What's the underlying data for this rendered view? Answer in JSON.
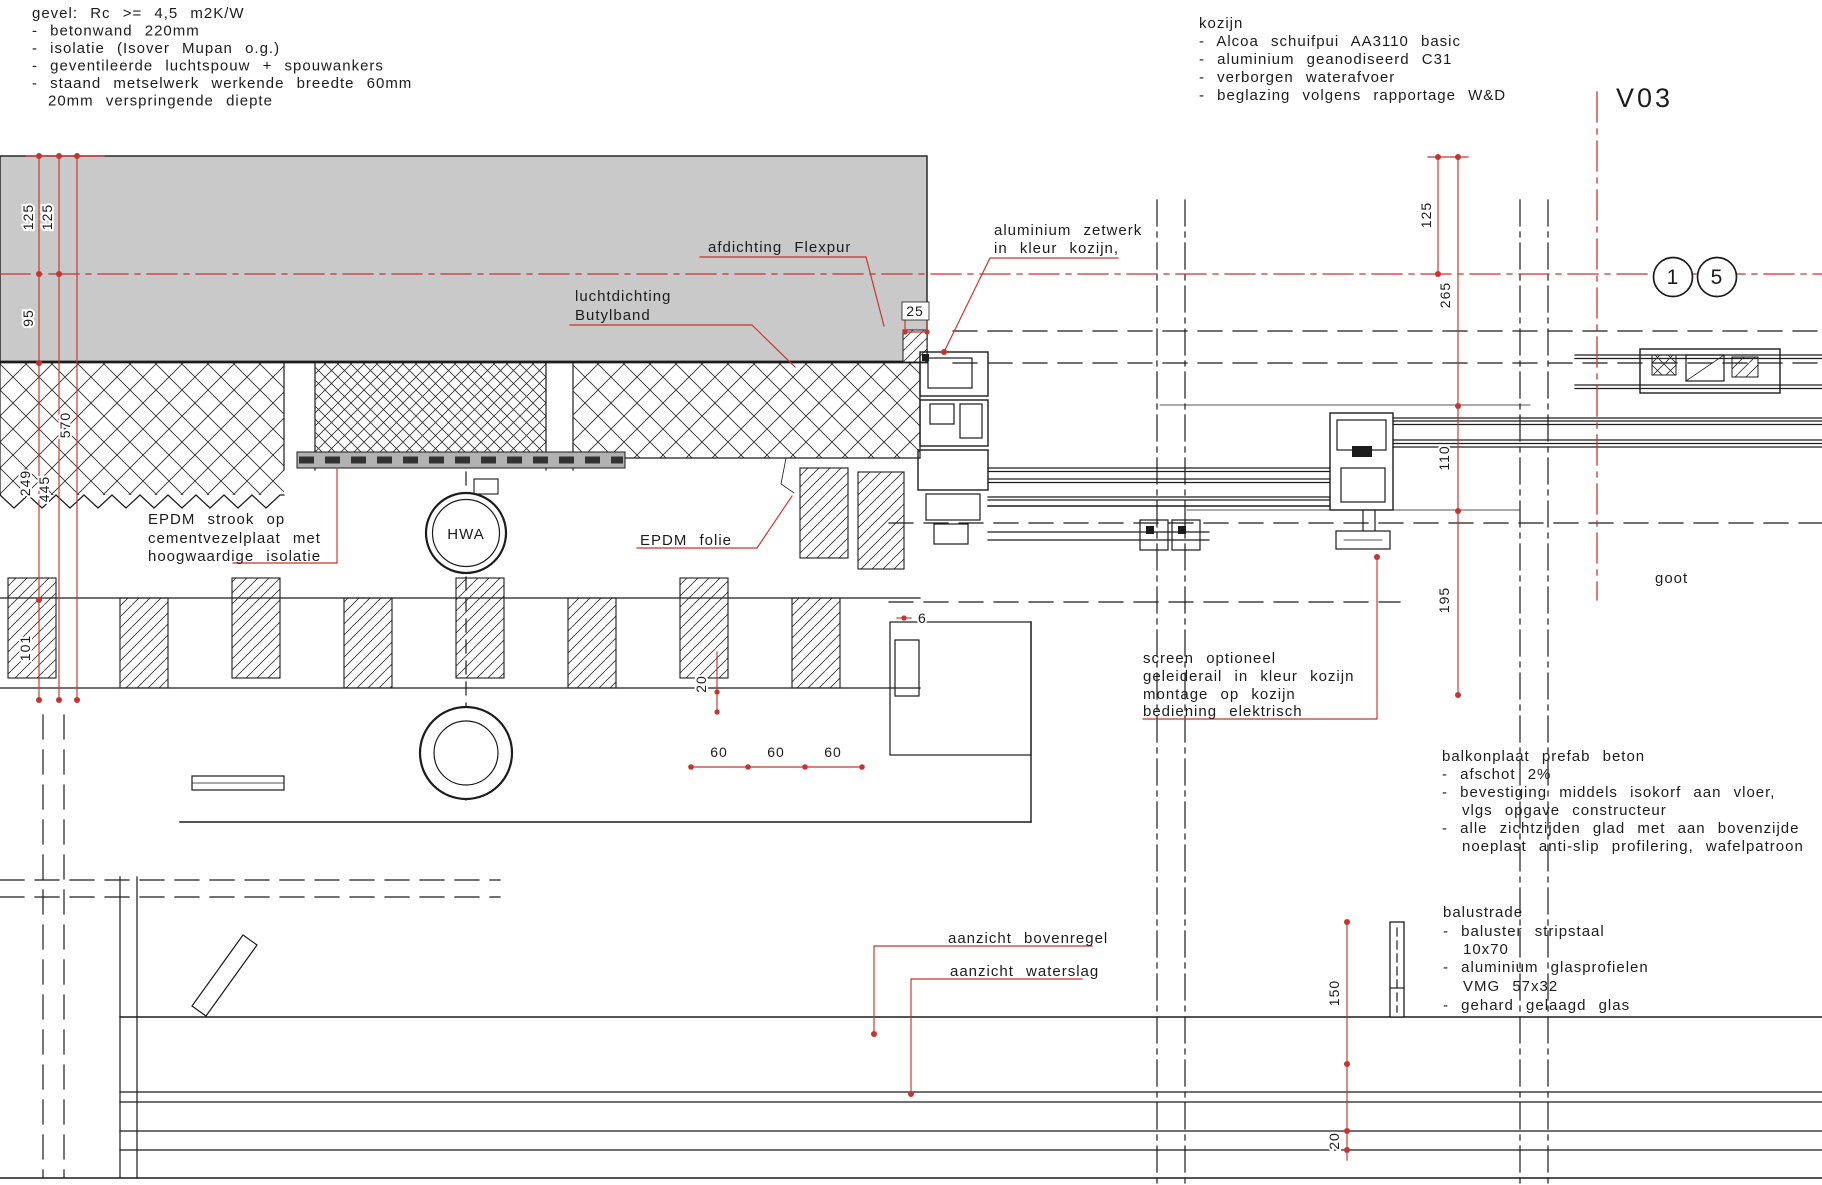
{
  "ref_label": "V03",
  "bubbles": {
    "b1": "1",
    "b2": "5"
  },
  "notes": {
    "gevel": {
      "lines": [
        "gevel: Rc >= 4,5 m2K/W",
        "- betonwand 220mm",
        "- isolatie (Isover Mupan o.g.)",
        "- geventileerde luchtspouw + spouwankers",
        "- staand metselwerk werkende breedte 60mm",
        "20mm verspringende diepte"
      ]
    },
    "kozijn": {
      "lines": [
        "kozijn",
        "- Alcoa schuifpui AA3110 basic",
        "- aluminium geanodiseerd C31",
        "- verborgen waterafvoer",
        "- beglazing volgens rapportage W&D"
      ]
    },
    "screen": {
      "lines": [
        "screen optioneel",
        "geleiderail in kleur kozijn",
        "montage op kozijn",
        "bediening elektrisch"
      ]
    },
    "balkonplaat": {
      "lines": [
        "balkonplaat prefab beton",
        "- afschot 2%",
        "- bevestiging middels isokorf aan vloer,",
        "vlgs opgave constructeur",
        "- alle zichtzijden glad met aan bovenzijde",
        "noeplast anti-slip profilering, wafelpatroon"
      ]
    },
    "balustrade": {
      "lines": [
        "balustrade",
        "- baluster stripstaal",
        "10x70",
        "- aluminium glasprofielen",
        "VMG 57x32",
        "- gehard gelaagd glas"
      ]
    }
  },
  "labels": {
    "afdichting_flexpur": "afdichting Flexpur",
    "luchtdichting_1": "luchtdichting",
    "luchtdichting_2": "Butylband",
    "zetwerk_1": "aluminium zetwerk",
    "zetwerk_2": "in kleur kozijn,",
    "epdm_strook_1": "EPDM strook op",
    "epdm_strook_2": "cementvezelplaat met",
    "epdm_strook_3": "hoogwaardige isolatie",
    "epdm_folie": "EPDM folie",
    "hwa": "HWA",
    "goot": "goot",
    "aanzicht_bovenregel": "aanzicht bovenregel",
    "aanzicht_waterslag": "aanzicht waterslag"
  },
  "dimensions": {
    "left_125a": "125",
    "left_125b": "125",
    "left_95": "95",
    "left_570": "570",
    "left_249": "249",
    "left_445": "445",
    "left_101": "101",
    "right_125": "125",
    "right_265": "265",
    "right_110": "110",
    "right_195": "195",
    "d25": "25",
    "d6": "6",
    "d20_mid": "20",
    "d60_1": "60",
    "d60_2": "60",
    "d60_3": "60",
    "d150": "150",
    "d20_bottom": "20"
  },
  "colors": {
    "red": "#c5352e",
    "line": "#1c1c1c",
    "wall": "#c9c9c9",
    "band": "#b2b2b2"
  }
}
